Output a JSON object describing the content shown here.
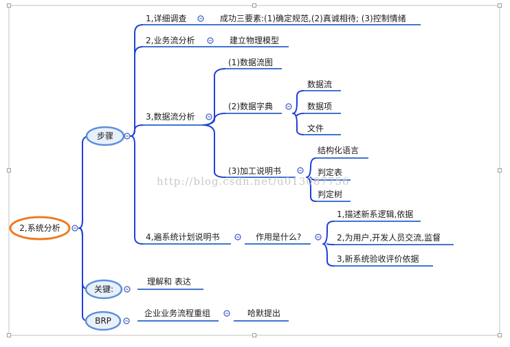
{
  "watermark": "http://blog.csdn.net/u013087756",
  "root": "2,系统分析",
  "branches": {
    "steps": "步骤",
    "key": "关键:",
    "brp": "BRP"
  },
  "steps": {
    "s1": {
      "label": "1,详细调查",
      "child": "成功三要素:(1)确定规范,(2)真诚相待; (3)控制情绪"
    },
    "s2": {
      "label": "2,业务流分析",
      "child": "建立物理模型"
    },
    "s3": {
      "label": "3,数据流分析",
      "c1": "(1)数据流图",
      "c2": {
        "label": "(2)数据字典",
        "items": [
          "数据流",
          "数据项",
          "文件"
        ]
      },
      "c3": {
        "label": "(3)加工说明书",
        "items": [
          "结构化语言",
          "判定表",
          "判定树"
        ]
      }
    },
    "s4": {
      "label": "4,遍系统计划说明书",
      "child": {
        "label": "作用是什么?",
        "items": [
          "1,描述新系逻辑,依据",
          "2,为用户,开发人员交流,监督",
          "3,新系统验收评价依据"
        ]
      }
    }
  },
  "key_child": "理解和 表达",
  "brp": {
    "label": "企业业务流程重组",
    "child": "哈默提出"
  },
  "colors": {
    "line": "#1f3fd6",
    "underline": "#3f74d0",
    "root_ring": "#f07a20",
    "oval_ring": "#5b8fd6",
    "oval_fill": "#e8f0fb",
    "collapse": "#3a56c8"
  }
}
